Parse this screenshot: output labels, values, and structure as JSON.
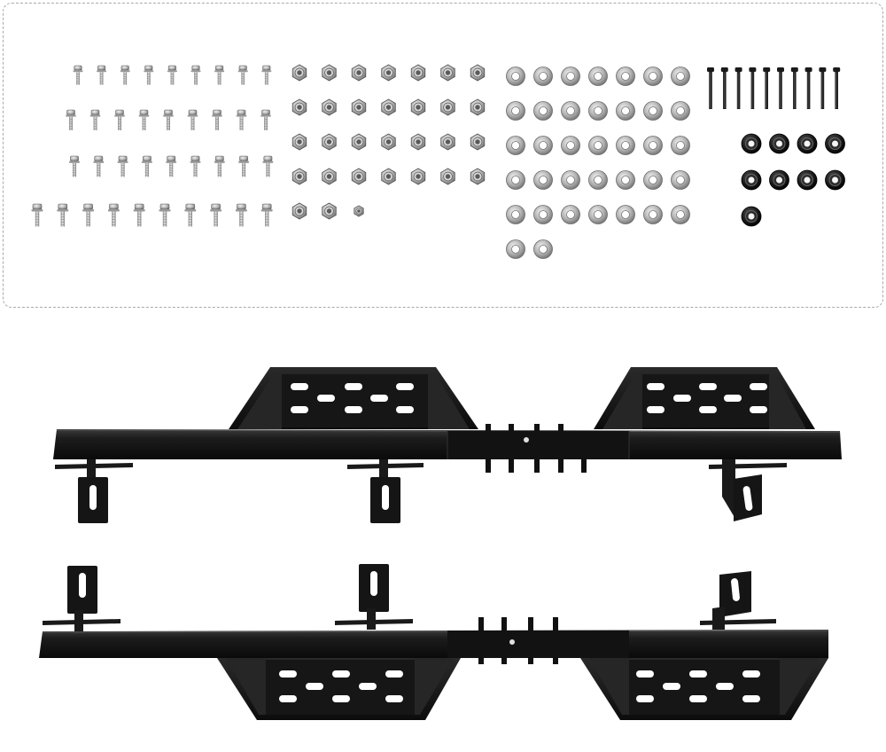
{
  "colors": {
    "background": "#ffffff",
    "panel_border": "#a9a9a9",
    "steel_black": "#1a1a1a",
    "steel_dark": "#0d0d0d",
    "steel_highlight": "#3a3a3a",
    "zinc_silver": "#b8b8b8",
    "zinc_dark": "#7a7a7a",
    "nut_black": "#111111"
  },
  "hardware_kit": {
    "hex_flange_bolts": 37,
    "nylon_lock_nuts": 31,
    "flat_washers": 37,
    "long_black_bolts": 10,
    "black_spacer_nuts": 9
  },
  "product": {
    "running_boards": 2,
    "mounting_brackets_per_board": 3,
    "steps_per_board": 2,
    "icon": "drop-step-running-board-icon"
  }
}
